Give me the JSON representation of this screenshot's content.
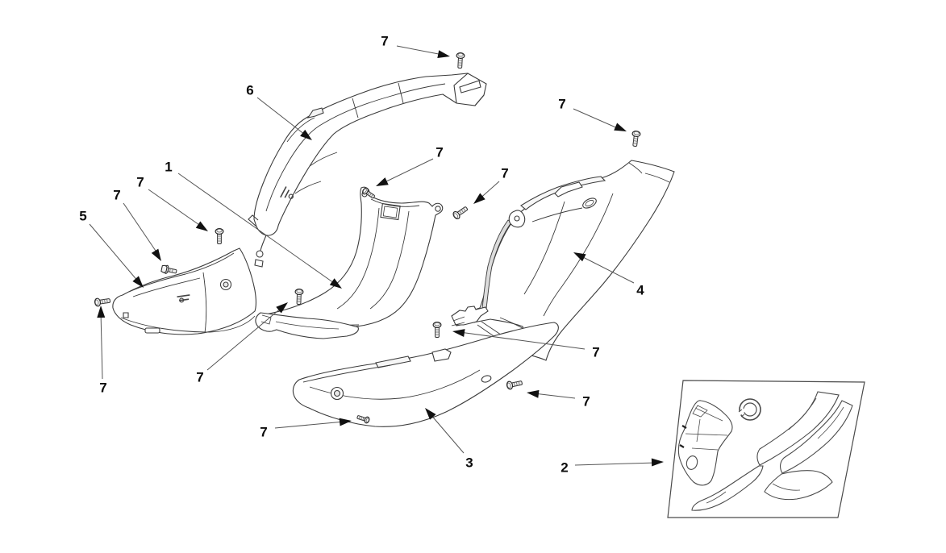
{
  "canvas": {
    "background": "#ffffff",
    "line_color": "#3b3b3b",
    "callout_color": "#0c0c0c",
    "inset_border_color": "#4a4a4a",
    "arrow_color": "#111111"
  },
  "callouts": [
    {
      "text": "7"
    },
    {
      "text": "6"
    },
    {
      "text": "7"
    },
    {
      "text": "7"
    },
    {
      "text": "1"
    },
    {
      "text": "7"
    },
    {
      "text": "7"
    },
    {
      "text": "7"
    },
    {
      "text": "5"
    },
    {
      "text": "4"
    },
    {
      "text": "7"
    },
    {
      "text": "7"
    },
    {
      "text": "7"
    },
    {
      "text": "7"
    },
    {
      "text": "7"
    },
    {
      "text": "3"
    },
    {
      "text": "2"
    }
  ]
}
